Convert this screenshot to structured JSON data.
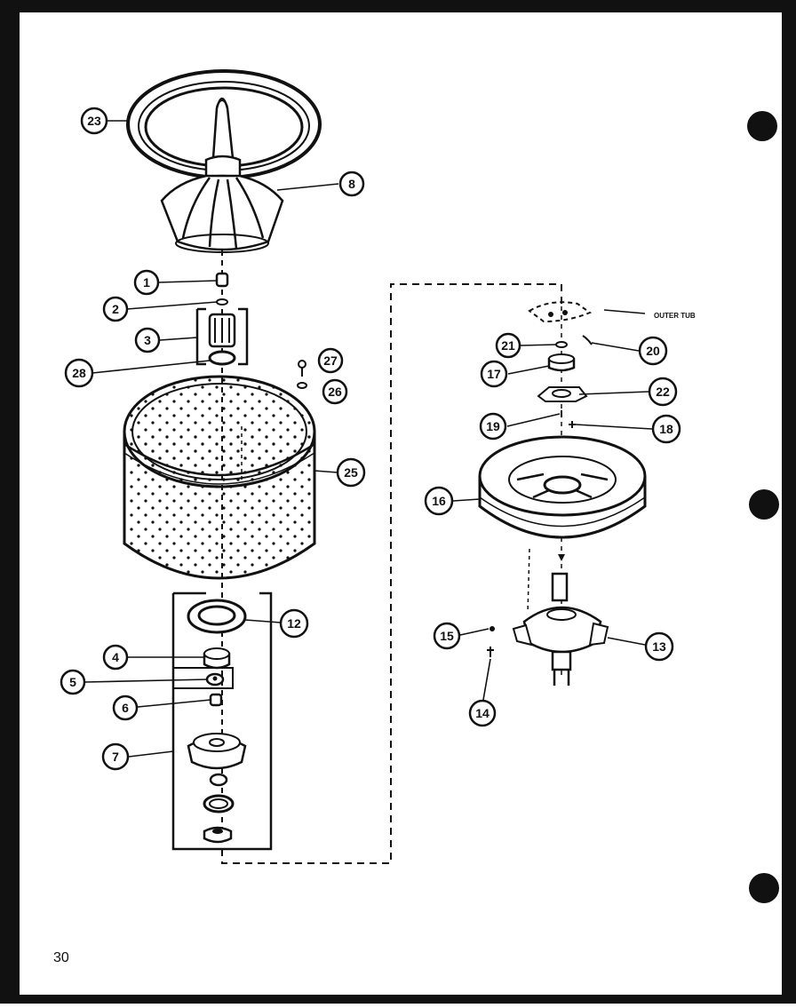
{
  "page_number": "30",
  "outer_tub_label": "OUTER TUB",
  "callouts": [
    {
      "id": "c23",
      "label": "23"
    },
    {
      "id": "c8",
      "label": "8"
    },
    {
      "id": "c1",
      "label": "1"
    },
    {
      "id": "c2",
      "label": "2"
    },
    {
      "id": "c3",
      "label": "3"
    },
    {
      "id": "c28",
      "label": "28"
    },
    {
      "id": "c27",
      "label": "27"
    },
    {
      "id": "c26",
      "label": "26"
    },
    {
      "id": "c25",
      "label": "25"
    },
    {
      "id": "c12",
      "label": "12"
    },
    {
      "id": "c4",
      "label": "4"
    },
    {
      "id": "c5",
      "label": "5"
    },
    {
      "id": "c6",
      "label": "6"
    },
    {
      "id": "c7",
      "label": "7"
    },
    {
      "id": "c21",
      "label": "21"
    },
    {
      "id": "c20",
      "label": "20"
    },
    {
      "id": "c17",
      "label": "17"
    },
    {
      "id": "c22",
      "label": "22"
    },
    {
      "id": "c19",
      "label": "19"
    },
    {
      "id": "c18",
      "label": "18"
    },
    {
      "id": "c16",
      "label": "16"
    },
    {
      "id": "c15",
      "label": "15"
    },
    {
      "id": "c13",
      "label": "13"
    },
    {
      "id": "c14",
      "label": "14"
    }
  ]
}
